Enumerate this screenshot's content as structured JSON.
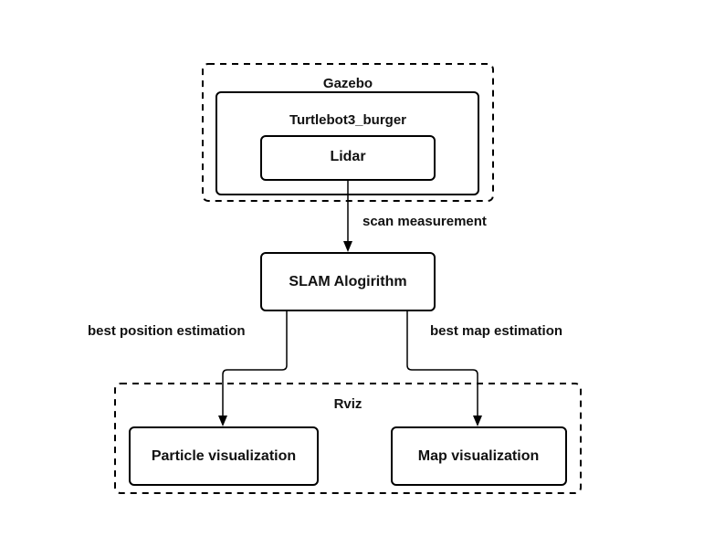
{
  "containers": {
    "gazebo": {
      "label": "Gazebo"
    },
    "turtlebot": {
      "label": "Turtlebot3_burger"
    },
    "rviz": {
      "label": "Rviz"
    }
  },
  "nodes": {
    "lidar": {
      "label": "Lidar"
    },
    "slam": {
      "label": "SLAM Alogirithm"
    },
    "particle": {
      "label": "Particle visualization"
    },
    "map": {
      "label": "Map visualization"
    }
  },
  "edges": {
    "scan": {
      "label": "scan measurement"
    },
    "position": {
      "label": "best position estimation"
    },
    "map_est": {
      "label": "best map estimation"
    }
  },
  "colors": {
    "stroke": "#000000",
    "text": "#111111",
    "background": "#ffffff"
  }
}
